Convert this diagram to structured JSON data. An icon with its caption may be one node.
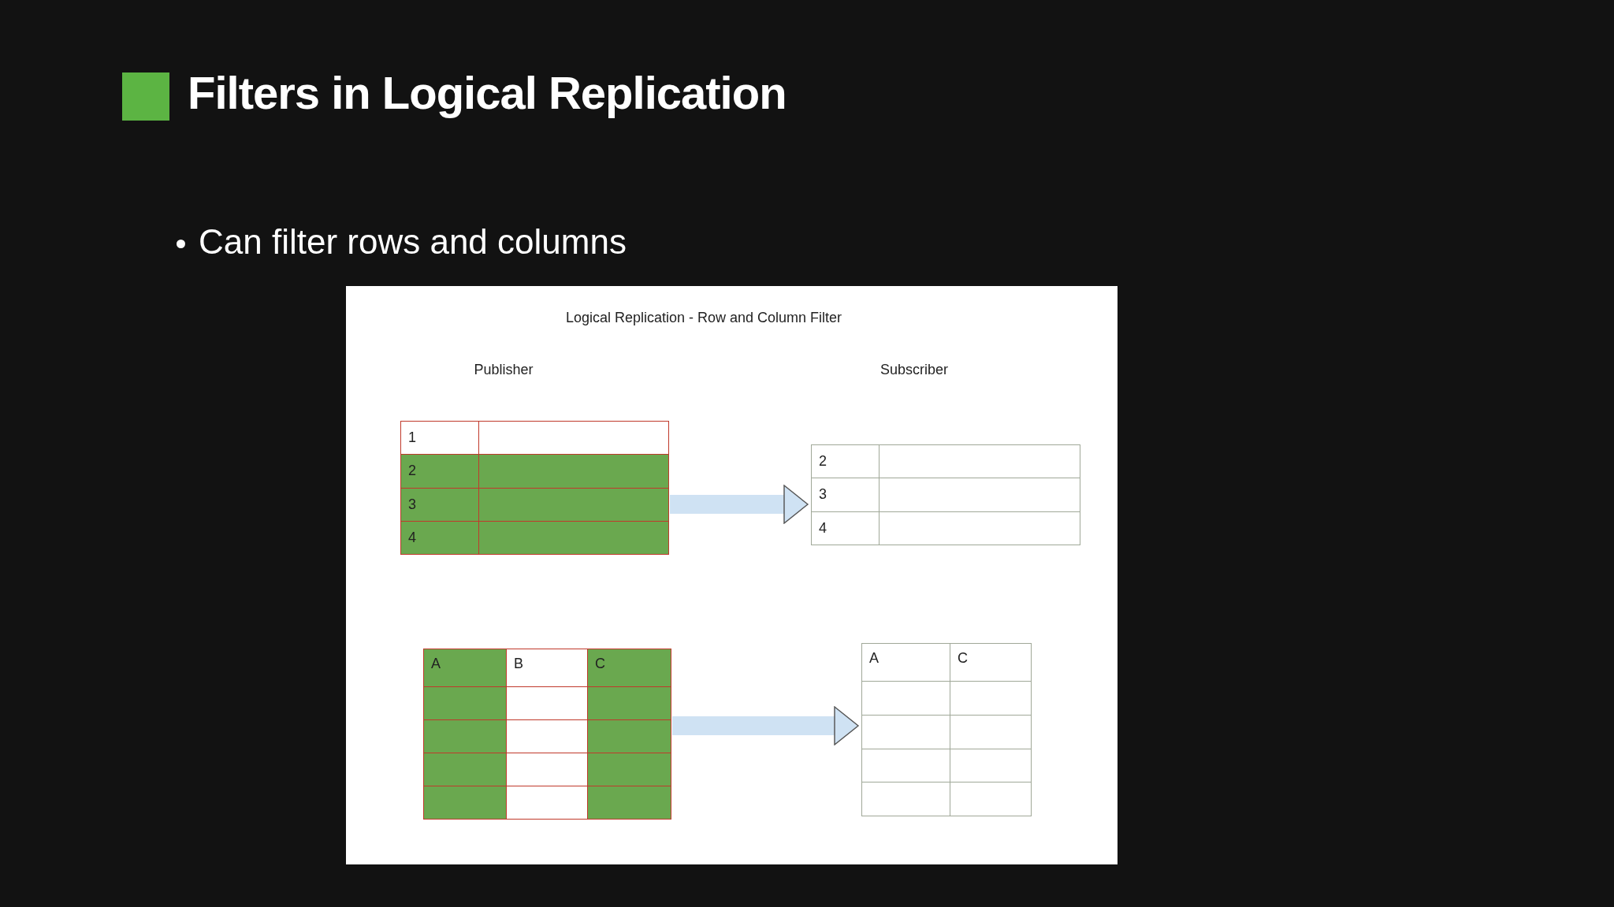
{
  "diagram": {
    "title": "Filters in Logical Replication",
    "nodes": [
      {
        "text": [
          "1",
          "2",
          "3",
          "4"
        ]
      },
      {
        "text": [
          "2",
          "3",
          "4"
        ]
      },
      {
        "text": [
          "A",
          "B",
          "C"
        ]
      },
      {
        "text": [
          "A",
          "C"
        ]
      }
    ],
    "edges": [
      {
        "from": 0,
        "to": 1,
        "arrow": "to"
      },
      {
        "from": 2,
        "to": 3,
        "arrow": "to"
      }
    ],
    "labels": [
      "Can filter rows and columns",
      "Logical Replication - Row and Column Filter",
      "Publisher",
      "Subscriber"
    ]
  }
}
